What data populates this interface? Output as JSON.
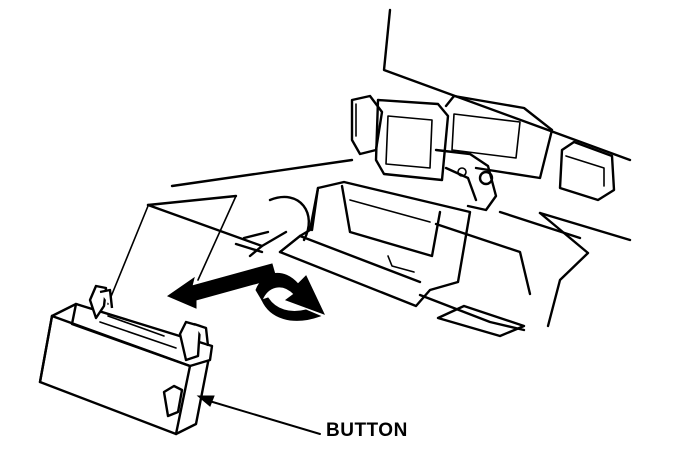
{
  "callout": {
    "label": "BUTTON"
  },
  "colors": {
    "ink": "#000000",
    "paper": "#ffffff"
  },
  "icons": {
    "removal_arrow": "arrow-pointing-left-down",
    "lift_arrow": "curved-arrow"
  }
}
